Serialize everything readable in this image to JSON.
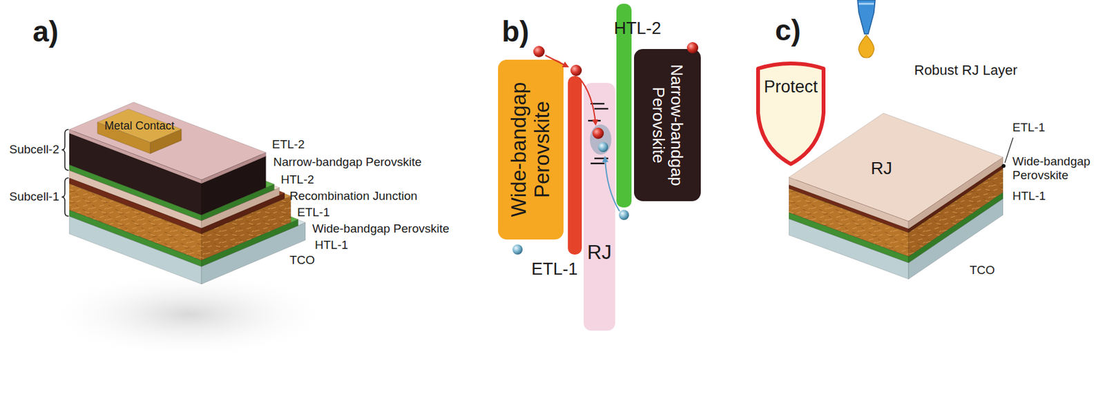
{
  "diagram": {
    "nodes": [
      {
        "text": [
          "Metal Contact"
        ]
      },
      {
        "text": [
          "Wide-bandgap Perovskite"
        ]
      },
      {
        "text": [
          "ETL-1"
        ]
      },
      {
        "text": [
          "RJ"
        ]
      },
      {
        "text": [
          "HTL-2"
        ]
      },
      {
        "text": [
          "Narrow-bandgap Perovskite"
        ]
      },
      {
        "text": [
          "Protect"
        ]
      }
    ],
    "labels": [
      "a)",
      "ETL-2",
      "Narrow-bandgap Perovskite",
      "HTL-2",
      "Recombination Junction",
      "ETL-1",
      "Wide-bandgap Perovskite",
      "HTL-1",
      "TCO",
      "Subcell-2",
      "Subcell-1",
      "b)",
      "c)",
      "Robust RJ Layer",
      "RJ",
      "ETL-1",
      "Wide-bandgap Perovskite",
      "HTL-1",
      "TCO"
    ]
  }
}
